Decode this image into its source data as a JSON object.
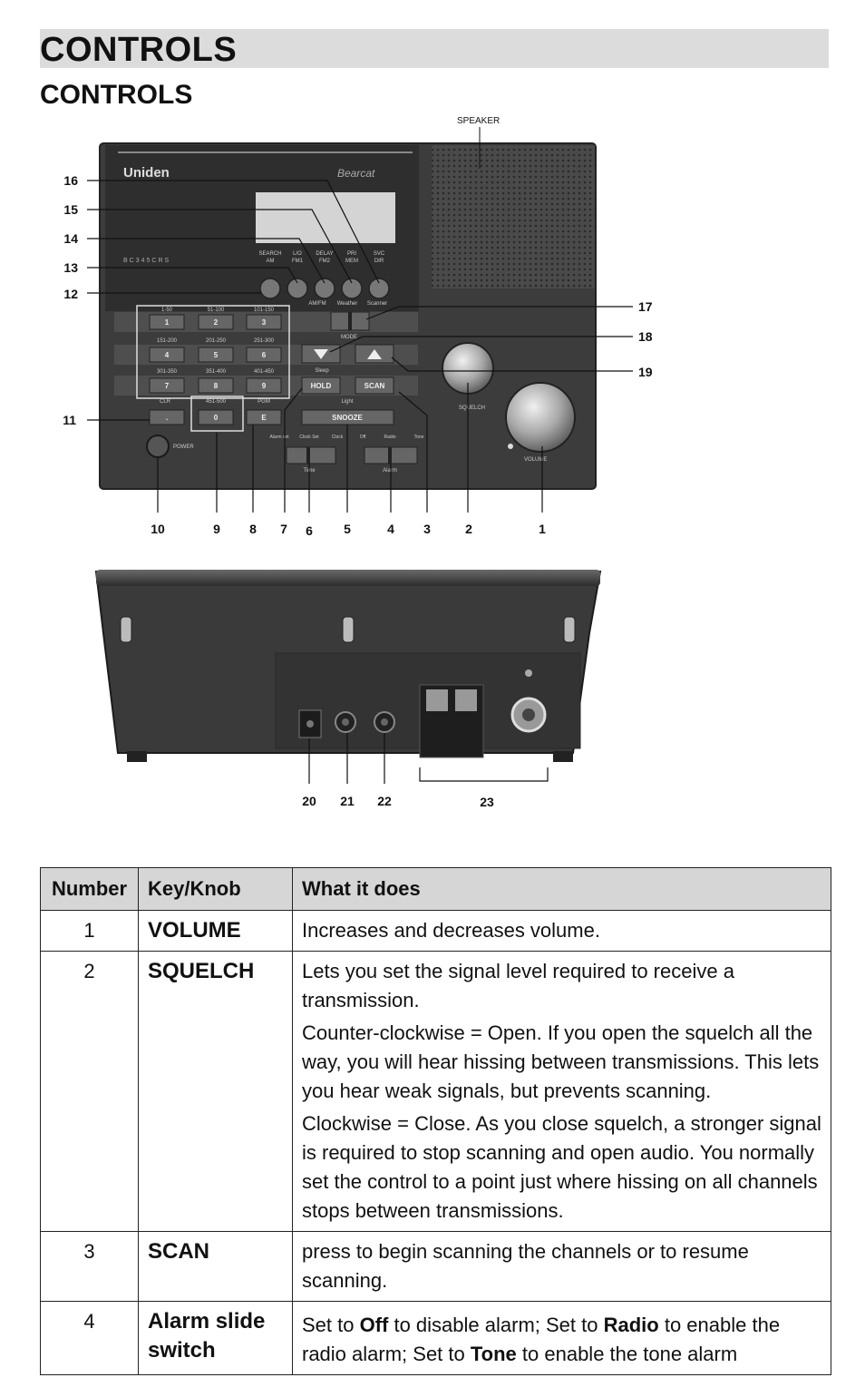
{
  "header": {
    "title": "CONTROLS",
    "subtitle": "CONTROLS"
  },
  "figure_front": {
    "speaker_label": "SPEAKER",
    "brand": "Uniden",
    "model": "BC345CRS",
    "top_buttons": [
      {
        "top": "SEARCH",
        "bottom": "AM"
      },
      {
        "top": "L/O",
        "bottom": "FM1"
      },
      {
        "top": "DELAY",
        "bottom": "FM2"
      },
      {
        "top": "PRI",
        "bottom": "MEM"
      },
      {
        "top": "SVC",
        "bottom": "DIR"
      }
    ],
    "under_buttons": [
      "AM/FM",
      "Weather",
      "Scanner"
    ],
    "keypad_ranges": [
      "1-50",
      "51-100",
      "101-150",
      "151-200",
      "201-250",
      "251-300",
      "301-350",
      "351-400",
      "401-450"
    ],
    "keypad_keys": [
      "1",
      "2",
      "3",
      "4",
      "5",
      "6",
      "7",
      "8",
      "9"
    ],
    "bottom_keys": {
      "dot": ".",
      "zero": "0",
      "e": "E",
      "clr": "CLR",
      "range": "451-500",
      "pgm": "PGM"
    },
    "mode_label": "MODE",
    "sleep_label": "Sleep",
    "hold_label": "HOLD",
    "scan_label": "SCAN",
    "light_label": "Light",
    "snooze_label": "SNOOZE",
    "power_label": "POWER",
    "squelch_label": "SQUELCH",
    "volume_label": "VOLUME",
    "time_switch_labels": [
      "Alarm set",
      "Clock Set",
      "Clock"
    ],
    "time_switch_name": "Time",
    "alarm_switch_labels": [
      "Off",
      "Radio",
      "Tone"
    ],
    "alarm_switch_name": "Alarm",
    "callouts_left": [
      "16",
      "15",
      "14",
      "13",
      "12",
      "11"
    ],
    "callouts_right": [
      "17",
      "18",
      "19"
    ],
    "callouts_bottom": [
      "10",
      "9",
      "8",
      "7",
      "6",
      "5",
      "4",
      "3",
      "2",
      "1"
    ]
  },
  "figure_back": {
    "callouts": [
      "20",
      "21",
      "22",
      "23"
    ]
  },
  "table": {
    "headers": [
      "Number",
      "Key/Knob",
      "What it does"
    ],
    "rows": [
      {
        "number": "1",
        "key": "VOLUME",
        "what": [
          "Increases and decreases volume."
        ]
      },
      {
        "number": "2",
        "key": "SQUELCH",
        "what": [
          "Lets you set the signal level required to receive a transmission.",
          "Counter-clockwise = Open. If you open the squelch all the way, you will hear hissing between transmissions. This lets you hear weak signals, but prevents scanning.",
          "Clockwise = Close. As you close squelch, a stronger signal is required to stop scanning and open audio. You normally set the control to a point just where hissing on all channels stops between transmissions."
        ]
      },
      {
        "number": "3",
        "key": "SCAN",
        "what": [
          "press to begin scanning the channels or to resume scanning."
        ]
      },
      {
        "number": "4",
        "key": "Alarm slide switch",
        "what_parts": [
          {
            "t": "Set to ",
            "b": false
          },
          {
            "t": "Off",
            "b": true
          },
          {
            "t": " to disable alarm; Set to ",
            "b": false
          },
          {
            "t": "Radio",
            "b": true
          },
          {
            "t": " to enable the radio alarm; Set to ",
            "b": false
          },
          {
            "t": "Tone",
            "b": true
          },
          {
            "t": " to enable the tone alarm",
            "b": false
          }
        ]
      }
    ]
  },
  "colors": {
    "device_dark": "#3a3a3a",
    "device_mid": "#5a5a5a",
    "header_bar": "#dcdcdc",
    "table_header": "#d6d6d6"
  }
}
